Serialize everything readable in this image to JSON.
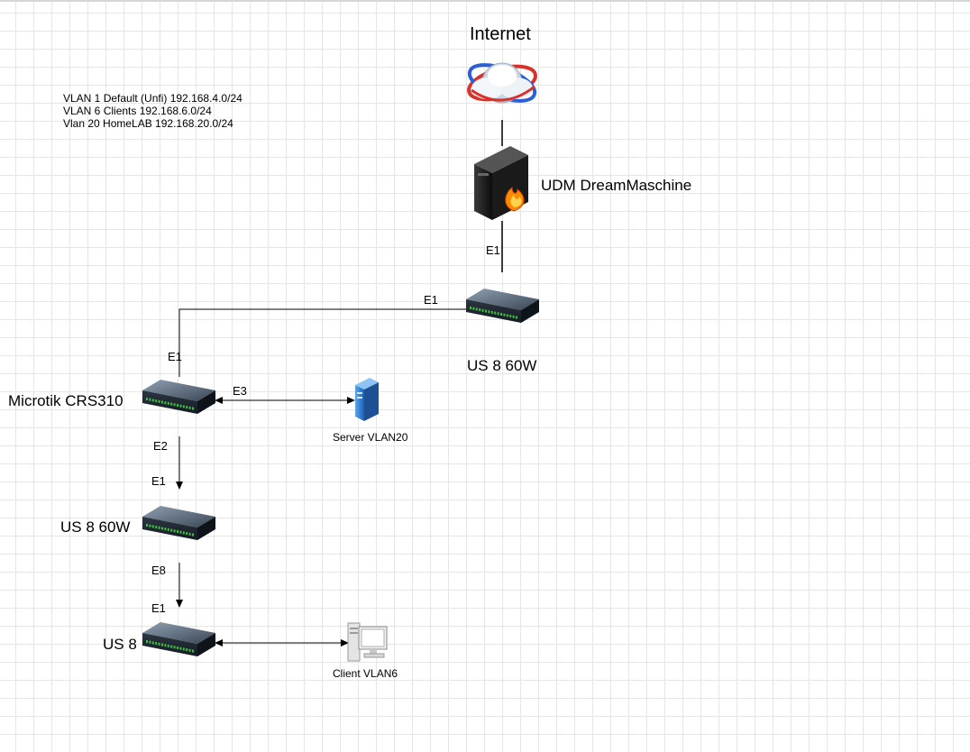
{
  "notes": [
    "VLAN 1 Default (Unfi) 192.168.4.0/24",
    "VLAN 6 Clients 192.168.6.0/24",
    "Vlan 20 HomeLAB 192.168.20.0/24"
  ],
  "nodes": {
    "internet": {
      "label": "Internet",
      "icon": "cloud-globe-icon"
    },
    "udm": {
      "label": "UDM DreamMaschine",
      "icon": "firewall-server-icon"
    },
    "us860w_top": {
      "label": "US 8 60W",
      "icon": "network-switch-icon"
    },
    "microtik": {
      "label": "Microtik CRS310",
      "icon": "network-switch-icon"
    },
    "server": {
      "label": "Server VLAN20",
      "icon": "server-tower-icon"
    },
    "us860w_mid": {
      "label": "US 8 60W",
      "icon": "network-switch-icon"
    },
    "us8": {
      "label": "US 8",
      "icon": "network-switch-icon"
    },
    "client": {
      "label": "Client VLAN6",
      "icon": "desktop-pc-icon"
    }
  },
  "ports": {
    "udm_out": "E1",
    "us860w_top_to_microtik": "E1",
    "microtik_in": "E1",
    "microtik_to_server": "E3",
    "microtik_down": "E2",
    "us860w_mid_in": "E1",
    "us860w_mid_down": "E8",
    "us8_in": "E1"
  },
  "colors": {
    "line": "#000000",
    "grid": "#e6e6e6",
    "switch_body": "#2b3440",
    "switch_port_led": "#3fbf3f",
    "server_blue": "#2a7fd6",
    "flame": "#ff8a00"
  }
}
